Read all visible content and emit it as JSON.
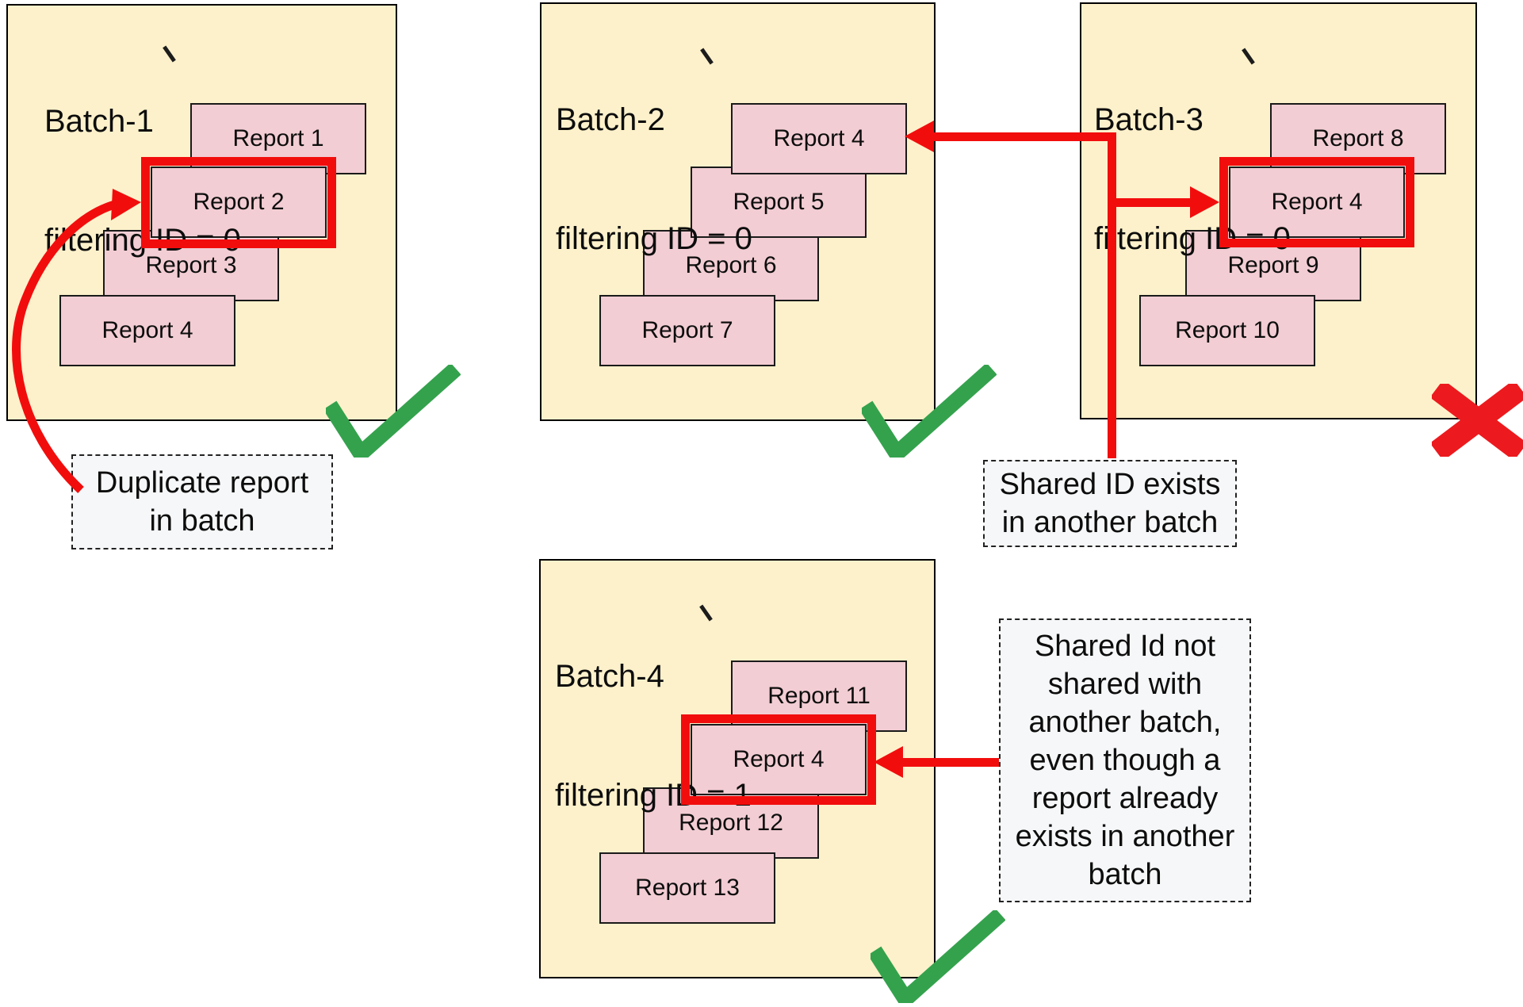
{
  "colors": {
    "batch_fill": "#FDF1CB",
    "batch_border": "#000000",
    "report_fill": "#F2CDD3",
    "report_border": "#1A1A1A",
    "highlight_red": "#F20D0D",
    "check_green": "#34A24D",
    "cross_red": "#EC1A1E",
    "note_fill": "#F6F7F8",
    "note_border": "#222222"
  },
  "icons": {
    "status_valid": "green-checkmark",
    "status_invalid": "red-cross",
    "stray_mark": "grave-tick"
  },
  "batches": [
    {
      "name": "Batch-1",
      "title_lines": [
        "Batch-1",
        "filtering ID = 0"
      ],
      "status": "valid",
      "reports": [
        {
          "label": "Report 1",
          "highlighted": false
        },
        {
          "label": "Report 2",
          "highlighted": true
        },
        {
          "label": "Report 3",
          "highlighted": false
        },
        {
          "label": "Report 4",
          "highlighted": false
        }
      ]
    },
    {
      "name": "Batch-2",
      "title_lines": [
        "Batch-2",
        "filtering ID = 0"
      ],
      "status": "valid",
      "reports": [
        {
          "label": "Report 4",
          "highlighted": false
        },
        {
          "label": "Report 5",
          "highlighted": false
        },
        {
          "label": "Report 6",
          "highlighted": false
        },
        {
          "label": "Report 7",
          "highlighted": false
        }
      ]
    },
    {
      "name": "Batch-3",
      "title_lines": [
        "Batch-3",
        "filtering ID = 0"
      ],
      "status": "invalid",
      "reports": [
        {
          "label": "Report 8",
          "highlighted": false
        },
        {
          "label": "Report 4",
          "highlighted": true
        },
        {
          "label": "Report 9",
          "highlighted": false
        },
        {
          "label": "Report 10",
          "highlighted": false
        }
      ]
    },
    {
      "name": "Batch-4",
      "title_lines": [
        "Batch-4",
        "filtering ID = 1"
      ],
      "status": "valid",
      "reports": [
        {
          "label": "Report 11",
          "highlighted": false
        },
        {
          "label": "Report 4",
          "highlighted": true
        },
        {
          "label": "Report 12",
          "highlighted": false
        },
        {
          "label": "Report 13",
          "highlighted": false
        }
      ]
    }
  ],
  "annotations": [
    {
      "id": "duplicate-note",
      "lines": [
        "Duplicate report",
        "in batch"
      ]
    },
    {
      "id": "shared-id-note",
      "lines": [
        "Shared ID exists",
        "in another batch"
      ]
    },
    {
      "id": "not-shared-note",
      "lines": [
        "Shared Id not",
        "shared with",
        "another batch,",
        "even though a",
        "report already",
        "exists in another",
        "batch"
      ]
    }
  ]
}
